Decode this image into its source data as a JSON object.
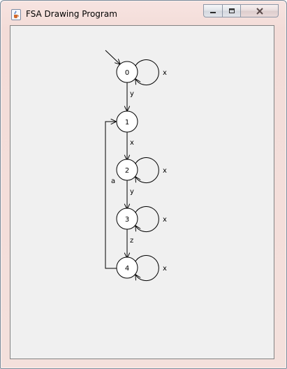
{
  "window": {
    "title": "FSA Drawing Program",
    "icon": "java-cup-icon",
    "caption_buttons": [
      "minimize-icon",
      "maximize-icon",
      "close-icon"
    ]
  },
  "fsa": {
    "start_state": "0",
    "states": [
      "0",
      "1",
      "2",
      "3",
      "4"
    ],
    "transitions": [
      {
        "from": "0",
        "to": "0",
        "label": "x"
      },
      {
        "from": "0",
        "to": "1",
        "label": "y"
      },
      {
        "from": "1",
        "to": "2",
        "label": "x"
      },
      {
        "from": "2",
        "to": "2",
        "label": "x"
      },
      {
        "from": "2",
        "to": "3",
        "label": "y"
      },
      {
        "from": "3",
        "to": "3",
        "label": "x"
      },
      {
        "from": "3",
        "to": "4",
        "label": "z"
      },
      {
        "from": "4",
        "to": "4",
        "label": "x"
      },
      {
        "from": "4",
        "to": "1",
        "label": "a"
      }
    ]
  }
}
